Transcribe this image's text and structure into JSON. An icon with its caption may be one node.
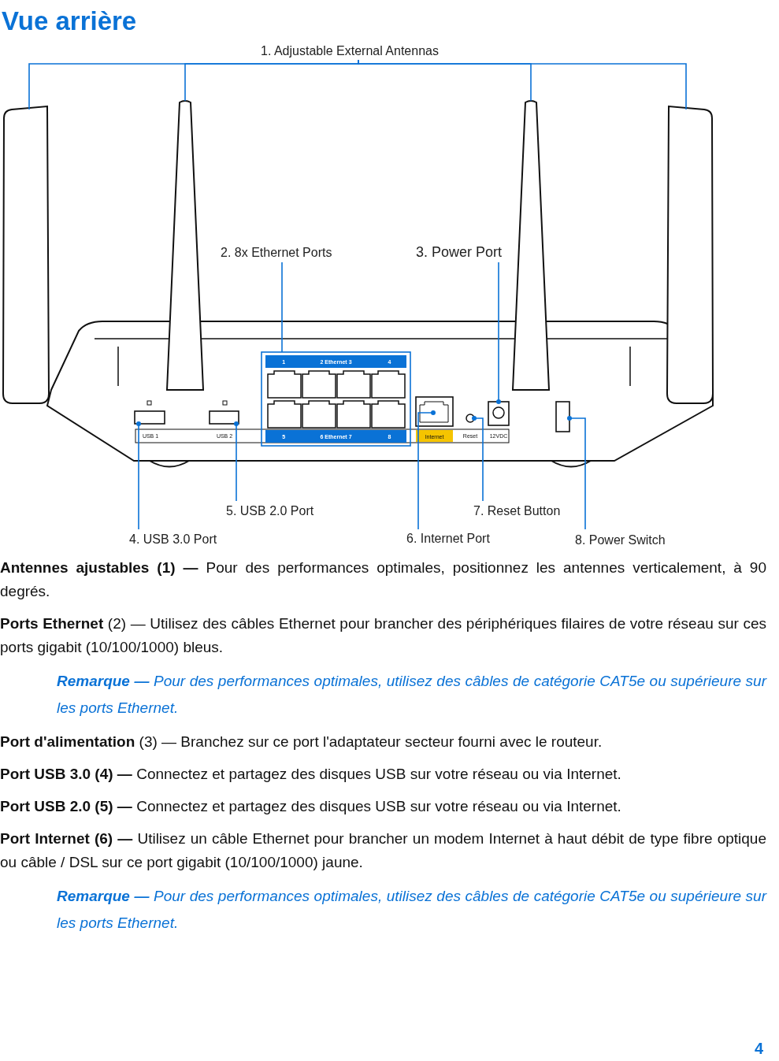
{
  "diagram": {
    "title": "Vue arrière",
    "nodes": [
      {
        "text": [
          "1. Adjustable External Antennas"
        ]
      },
      {
        "text": [],
        "shape": "bar"
      },
      {
        "text": [],
        "shape": "bar"
      },
      {
        "text": [],
        "shape": "bar"
      },
      {
        "text": [],
        "shape": "bar"
      },
      {
        "text": [
          "2. 8x Ethernet Ports"
        ]
      },
      {
        "text": [],
        "shape": "box"
      },
      {
        "text": [
          "1",
          "2 Ethernet 3",
          "4"
        ],
        "in": 6
      },
      {
        "text": [
          "5",
          "6 Ethernet 7",
          "8"
        ],
        "in": 6
      },
      {
        "text": [
          "3. Power Port"
        ]
      },
      {
        "text": [
          "4. USB 3.0 Port"
        ]
      },
      {
        "text": [
          "5. USB 2.0 Port"
        ]
      },
      {
        "text": [
          "6. Internet Port"
        ]
      },
      {
        "text": [
          "7. Reset Button"
        ]
      },
      {
        "text": [
          "8. Power Switch"
        ]
      },
      {
        "text": [],
        "shape": "box"
      },
      {
        "text": [],
        "shape": "box"
      },
      {
        "text": [],
        "shape": "box"
      },
      {
        "text": [],
        "shape": "circle"
      },
      {
        "text": [],
        "shape": "box"
      },
      {
        "text": [],
        "shape": "box"
      },
      {
        "text": [
          "Internet"
        ]
      }
    ],
    "edges": [
      {
        "from": 0,
        "to": 1,
        "arrow": "none"
      },
      {
        "from": 0,
        "to": 2,
        "arrow": "none"
      },
      {
        "from": 0,
        "to": 3,
        "arrow": "none"
      },
      {
        "from": 0,
        "to": 4,
        "arrow": "none"
      },
      {
        "from": 5,
        "to": 6,
        "arrow": "none"
      },
      {
        "from": 9,
        "to": 19,
        "arrow": "other"
      },
      {
        "from": 10,
        "to": 15,
        "arrow": "other"
      },
      {
        "from": 11,
        "to": 16,
        "arrow": "other"
      },
      {
        "from": 12,
        "to": 17,
        "arrow": "other"
      },
      {
        "from": 13,
        "to": 18,
        "arrow": "other"
      },
      {
        "from": 14,
        "to": 20,
        "arrow": "other"
      }
    ],
    "labels": [
      "USB 1",
      "USB 2",
      "Reset",
      "12VDC",
      "**Antennes ajustables (1) —** Pour des performances optimales, positionnez les antennes verticalement, à 90 degrés.",
      "**Ports Ethernet** (2) — Utilisez des câbles Ethernet pour brancher des périphériques filaires de votre réseau sur ces ports gigabit (10/100/1000) bleus.",
      "**Remarque —** Pour des performances optimales, utilisez des câbles de catégorie CAT5e ou supérieure sur les ports Ethernet.",
      "**Port d'alimentation** (3) — Branchez sur ce port l'adaptateur secteur fourni avec le routeur.",
      "**Port USB 3.0 (4) —** Connectez et partagez des disques USB sur votre réseau ou via Internet.",
      "**Port USB 2.0 (5) —** Connectez et partagez des disques USB sur votre réseau ou via Internet.",
      "**Port Internet (6) —** Utilisez un câble Ethernet pour brancher un modem Internet à haut débit de type fibre optique ou câble / DSL sur ce port gigabit (10/100/1000) jaune.",
      "**Remarque —** Pour des performances optimales, utilisez des câbles de catégorie CAT5e ou supérieure sur les ports Ethernet.",
      "4"
    ]
  }
}
